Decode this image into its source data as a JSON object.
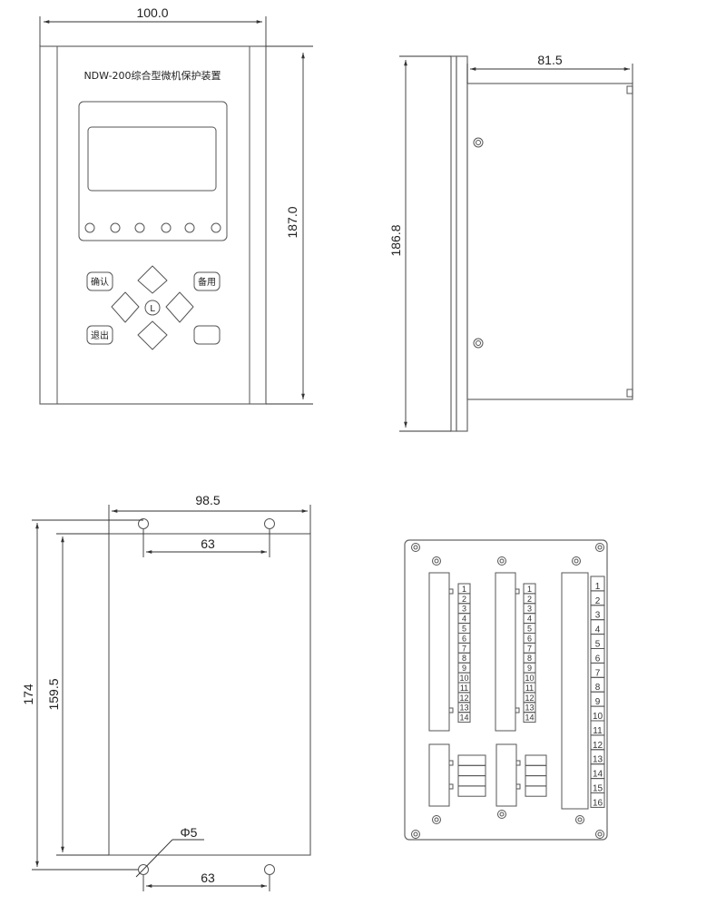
{
  "front_view": {
    "title": "NDW-200综合型微机保护装置",
    "width_dim": "100.0",
    "height_dim": "187.0",
    "buttons": {
      "confirm": "确认",
      "spare": "备用",
      "exit": "退出",
      "center": "L"
    },
    "led_count": 6
  },
  "side_view": {
    "depth_dim": "81.5",
    "height_dim": "186.8"
  },
  "mounting_view": {
    "width_dim": "98.5",
    "hole_spacing_top": "63",
    "hole_spacing_bottom": "63",
    "height_dim": "174",
    "hole_height_dim": "159.5",
    "hole_diameter": "Φ5"
  },
  "rear_view": {
    "terminals_left": [
      "1",
      "2",
      "3",
      "4",
      "5",
      "6",
      "7",
      "8",
      "9",
      "10",
      "11",
      "12",
      "13",
      "14"
    ],
    "terminals_middle": [
      "1",
      "2",
      "3",
      "4",
      "5",
      "6",
      "7",
      "8",
      "9",
      "10",
      "11",
      "12",
      "13",
      "14"
    ],
    "terminals_right": [
      "1",
      "2",
      "3",
      "4",
      "5",
      "6",
      "7",
      "8",
      "9",
      "10",
      "11",
      "12",
      "13",
      "14",
      "15",
      "16"
    ]
  }
}
